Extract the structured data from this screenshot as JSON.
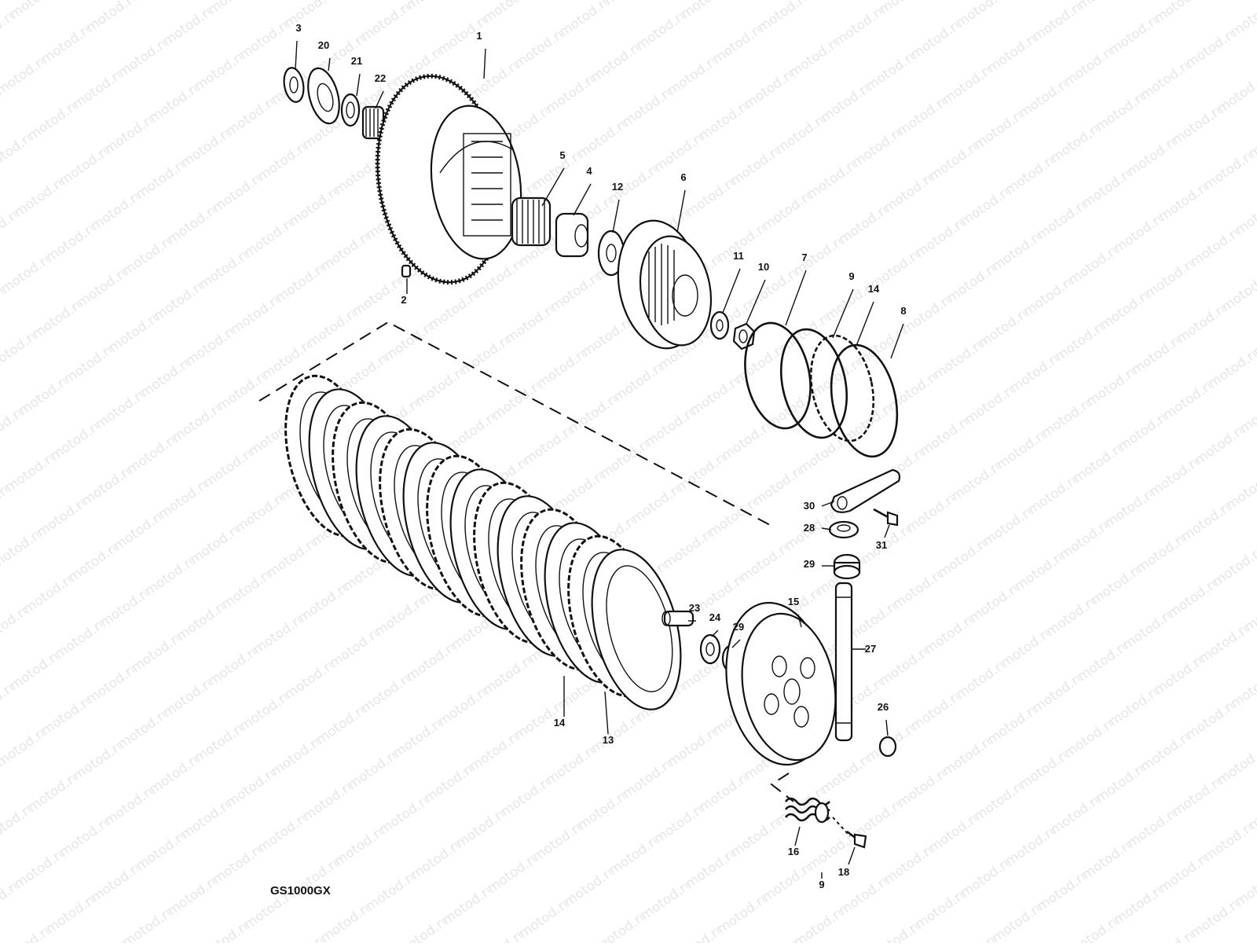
{
  "diagram": {
    "model_label": "GS1000GX",
    "watermark_text": "motod.ru",
    "callouts": [
      {
        "id": "c3a",
        "text": "3"
      },
      {
        "id": "c20",
        "text": "20"
      },
      {
        "id": "c21",
        "text": "21"
      },
      {
        "id": "c22",
        "text": "22"
      },
      {
        "id": "c1",
        "text": "1"
      },
      {
        "id": "c2",
        "text": "2"
      },
      {
        "id": "c5",
        "text": "5"
      },
      {
        "id": "c4",
        "text": "4"
      },
      {
        "id": "c12",
        "text": "12"
      },
      {
        "id": "c6",
        "text": "6"
      },
      {
        "id": "c11",
        "text": "11"
      },
      {
        "id": "c10",
        "text": "10"
      },
      {
        "id": "c7",
        "text": "7"
      },
      {
        "id": "c9",
        "text": "9"
      },
      {
        "id": "c14a",
        "text": "14"
      },
      {
        "id": "c8",
        "text": "8"
      },
      {
        "id": "c30",
        "text": "30"
      },
      {
        "id": "c28",
        "text": "28"
      },
      {
        "id": "c31",
        "text": "31"
      },
      {
        "id": "c29a",
        "text": "29"
      },
      {
        "id": "c15",
        "text": "15"
      },
      {
        "id": "c23",
        "text": "23"
      },
      {
        "id": "c24",
        "text": "24"
      },
      {
        "id": "c29b",
        "text": "29"
      },
      {
        "id": "c27",
        "text": "27"
      },
      {
        "id": "c26",
        "text": "26"
      },
      {
        "id": "c14b",
        "text": "14"
      },
      {
        "id": "c13",
        "text": "13"
      },
      {
        "id": "c16",
        "text": "16"
      },
      {
        "id": "c18",
        "text": "18"
      },
      {
        "id": "c9b",
        "text": "9"
      }
    ]
  }
}
